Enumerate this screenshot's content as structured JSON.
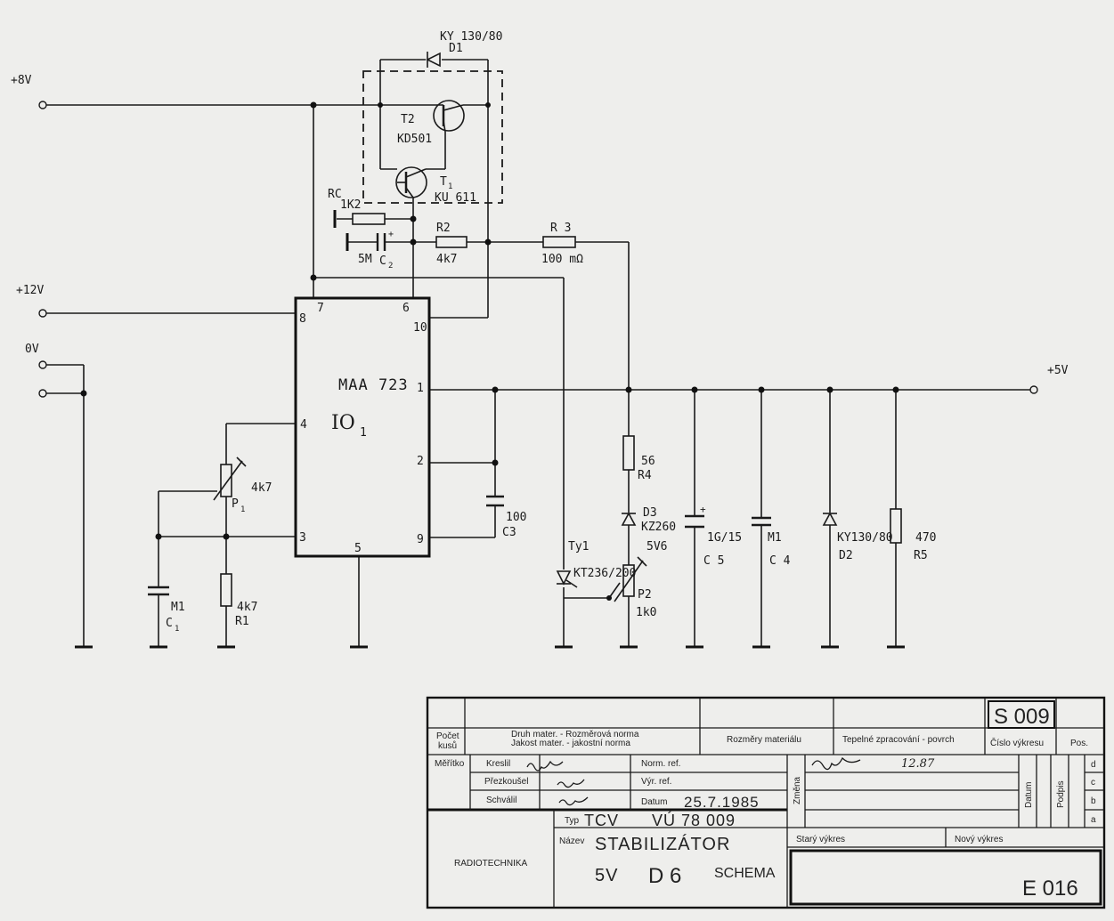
{
  "terminals": {
    "plus8v": "+8V",
    "plus12v": "+12V",
    "zero_v": "0V",
    "plus5v": "+5V"
  },
  "ic": {
    "type": "MAA 723",
    "designator": "IO",
    "designator_sub": "1",
    "pins": {
      "p1": "1",
      "p2": "2",
      "p3": "3",
      "p4": "4",
      "p5": "5",
      "p6": "6",
      "p7": "7",
      "p8": "8",
      "p9": "9",
      "p10": "10"
    }
  },
  "components": {
    "d1": {
      "ref": "D1",
      "value": "KY 130/80"
    },
    "t2": {
      "ref": "T2",
      "value": "KD501"
    },
    "t1": {
      "ref": "T",
      "ref_sub": "1",
      "value": "KU 611"
    },
    "rc": {
      "ref": "RC",
      "value": "1K2"
    },
    "c2": {
      "ref": "C",
      "ref_sub": "2",
      "value": "5M"
    },
    "r2": {
      "ref": "R2",
      "value": "4k7"
    },
    "r3": {
      "ref": "R 3",
      "value": "100 mΩ"
    },
    "c3": {
      "ref": "C3",
      "value": "100"
    },
    "p1": {
      "ref": "P",
      "ref_sub": "1",
      "value": "4k7"
    },
    "c1": {
      "ref": "C",
      "ref_sub": "1",
      "value": "M1"
    },
    "r1": {
      "ref": "R1",
      "value": "4k7"
    },
    "r4": {
      "ref": "R4",
      "value": "56"
    },
    "d3": {
      "ref": "D3",
      "value": "KZ260",
      "value2": "5V6"
    },
    "ty1": {
      "ref": "Ty1",
      "value": "KT236/200"
    },
    "p2": {
      "ref": "P2",
      "value": "1k0"
    },
    "c5": {
      "ref": "C 5",
      "value": "1G/15"
    },
    "c4": {
      "ref": "C 4",
      "value": "M1"
    },
    "d2": {
      "ref": "D2",
      "value": "KY130/80"
    },
    "r5": {
      "ref": "R5",
      "value": "470"
    }
  },
  "title_block": {
    "drawing_code": "S 009",
    "material_kind": "Druh mater. - Rozměrová norma",
    "material_kind2": "Jakost mater. - jakostní norma",
    "pocet_kusu": "Počet",
    "pocet_kusu2": "kusů",
    "material_dims": "Rozměry materiálu",
    "heat_treatment": "Tepelné zpracování - povrch",
    "drawing_number_label": "Číslo výkresu",
    "pos_label": "Pos.",
    "scale_label": "Měřítko",
    "drawn_label": "Kreslil",
    "checked_label": "Přezkoušel",
    "approved_label": "Schválil",
    "norm_ref_label": "Norm. ref.",
    "vyr_ref_label": "Výr. ref.",
    "date_label": "Datum",
    "date_value": "25.7.1985",
    "zmena_label": "Změna",
    "datum_col": "Datum",
    "podpis_col": "Podpis",
    "rev_a": "a",
    "rev_b": "b",
    "rev_c": "c",
    "rev_d": "d",
    "rev_date_value": "12.87",
    "typ_label": "Typ",
    "typ_value": "TCV",
    "vu_value": "VÚ 78 009",
    "name_label": "Název",
    "name_value": "STABILIZÁTOR",
    "name_line2_a": "5V",
    "name_line2_b": "D 6",
    "name_line2_c": "SCHEMA",
    "org": "RADIOTECHNIKA",
    "old_drawing": "Starý výkres",
    "new_drawing": "Nový výkres",
    "final_code": "E 016"
  }
}
